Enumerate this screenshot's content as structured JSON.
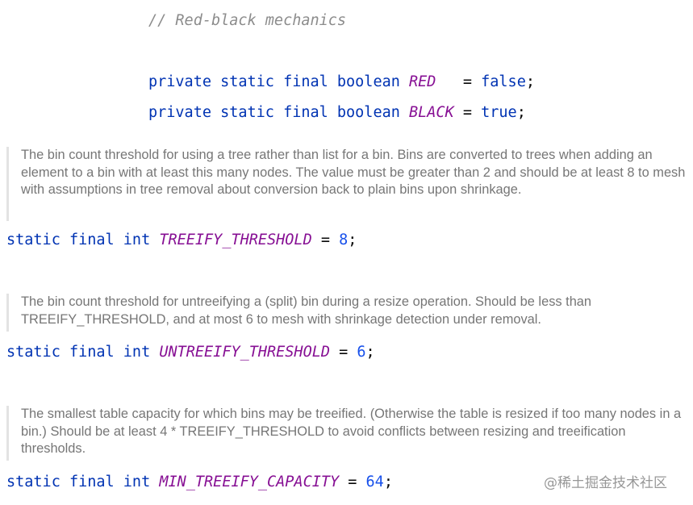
{
  "comment": "// Red-black mechanics",
  "red_decl": {
    "keywords": "private static final boolean",
    "name": "RED",
    "pad": "   ",
    "op": "=",
    "value": "false",
    "end": ";"
  },
  "black_decl": {
    "keywords": "private static final boolean",
    "name": "BLACK",
    "op": "=",
    "value": "true",
    "end": ";"
  },
  "treeify": {
    "doc": "The bin count threshold for using a tree rather than list for a bin. Bins are converted to trees when adding an element to a bin with at least this many nodes. The value must be greater than 2 and should be at least 8 to mesh with assumptions in tree removal about conversion back to plain bins upon shrinkage.",
    "keywords": "static final int",
    "name": "TREEIFY_THRESHOLD",
    "op": "=",
    "value": "8",
    "end": ";"
  },
  "untreeify": {
    "doc": "The bin count threshold for untreeifying a (split) bin during a resize operation. Should be less than TREEIFY_THRESHOLD, and at most 6 to mesh with shrinkage detection under removal.",
    "keywords": "static final int",
    "name": "UNTREEIFY_THRESHOLD",
    "op": "=",
    "value": "6",
    "end": ";"
  },
  "min_capacity": {
    "doc": "The smallest table capacity for which bins may be treeified. (Otherwise the table is resized if too many nodes in a bin.) Should be at least 4 * TREEIFY_THRESHOLD to avoid conflicts between resizing and treeification thresholds.",
    "keywords": "static final int",
    "name": "MIN_TREEIFY_CAPACITY",
    "op": "=",
    "value": "64",
    "end": ";"
  },
  "watermark": "@稀土掘金技术社区",
  "colors": {
    "keyword": "#0033b3",
    "constant": "#871094",
    "number": "#1750eb",
    "comment": "#8c8c8c",
    "doc_text": "#767676",
    "doc_border": "#e3e3e3"
  }
}
